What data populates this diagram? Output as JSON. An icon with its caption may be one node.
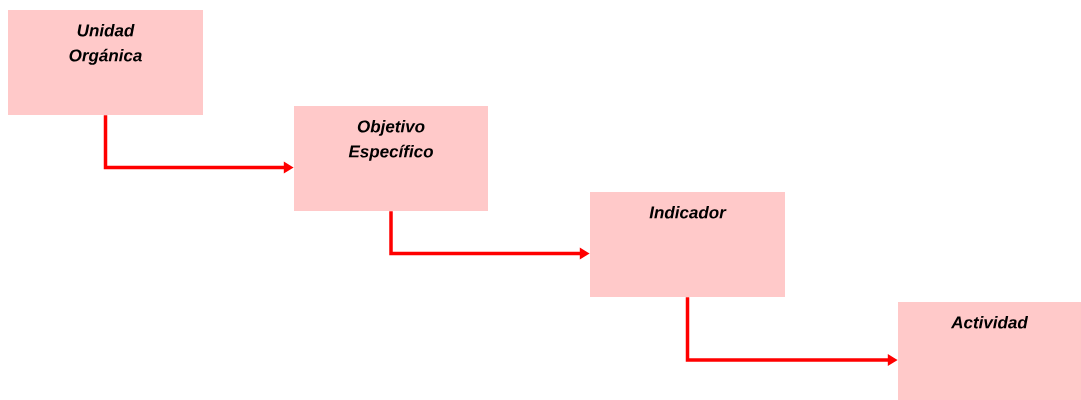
{
  "diagram": {
    "nodes": [
      {
        "text": [
          "Unidad Orgánica"
        ]
      },
      {
        "text": [
          "Objetivo Específico"
        ]
      },
      {
        "text": [
          "Indicador"
        ]
      },
      {
        "text": [
          "Actividad"
        ]
      }
    ],
    "edges": [
      {
        "from": 0,
        "to": 1,
        "arrow": "to"
      },
      {
        "from": 1,
        "to": 2,
        "arrow": "to"
      },
      {
        "from": 2,
        "to": 3,
        "arrow": "to"
      }
    ]
  }
}
